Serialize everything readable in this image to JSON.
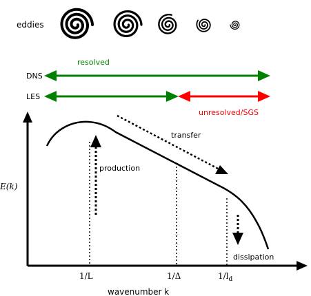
{
  "eddies_label": "eddies",
  "rows": {
    "dns_label": "DNS",
    "les_label": "LES",
    "resolved_label": "resolved",
    "unresolved_label": "unresolved/SGS"
  },
  "colors": {
    "resolved": "#008000",
    "unresolved": "#ff0000",
    "ink": "#000000"
  },
  "axes": {
    "ylabel": "E(k)",
    "xlabel": "wavenumber  k"
  },
  "ticks": {
    "integral": "1/L",
    "filter": "1/Δ",
    "dissipation_prefix": "1/l",
    "dissipation_sub": "d"
  },
  "annotations": {
    "production": "production",
    "transfer": "transfer",
    "dissipation": "dissipation"
  },
  "spiral_icons": [
    "spiral-icon-largest",
    "spiral-icon-large",
    "spiral-icon-medium",
    "spiral-icon-small",
    "spiral-icon-smallest"
  ]
}
